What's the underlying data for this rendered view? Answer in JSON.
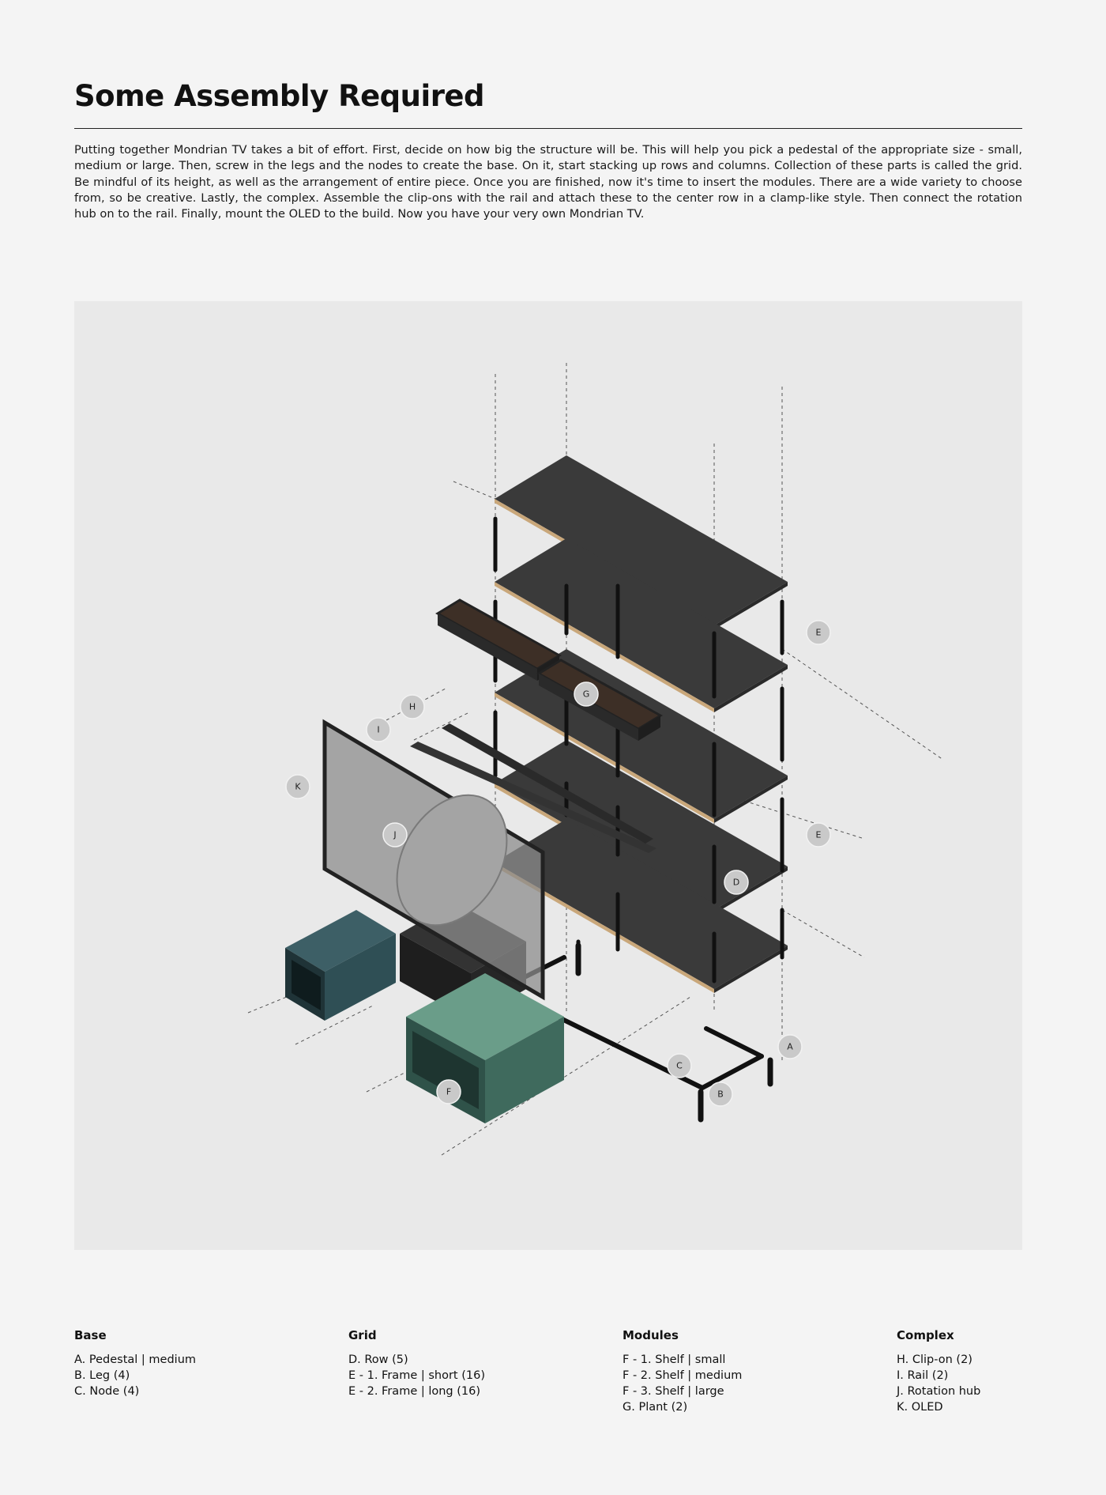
{
  "title": "Some Assembly Required",
  "intro": "Putting together Mondrian TV takes a bit of effort. First, decide on how big the structure will be. This will help you pick a pedestal of the appropriate size - small, medium or large. Then, screw in the legs and the nodes to create the base. On it, start stacking up rows and columns. Collection of these parts is called the grid. Be mindful of its height, as well as the arrangement of entire piece. Once you are finished, now it's time to insert the modules. There are a wide variety to choose from, so be creative. Lastly, the complex. Assemble the clip-ons with the rail and attach these to the center row in a clamp-like style. Then connect the rotation hub on to the rail. Finally, mount the OLED to the build. Now you have your very own Mondrian TV.",
  "diagram": {
    "labels": {
      "A": "A",
      "B": "B",
      "C": "C",
      "D": "D",
      "E": "E",
      "F": "F",
      "G": "G",
      "H": "H",
      "I": "I",
      "J": "J",
      "K": "K"
    },
    "colors": {
      "shelf": "#3a3a3a",
      "shelf_edge": "#c9a77a",
      "teal_box": "#2f4f55",
      "green_box": "#5a8f7b",
      "oled_glass": "#8c8c8c"
    }
  },
  "legend": {
    "base": {
      "heading": "Base",
      "items": [
        "A. Pedestal | medium",
        "B. Leg (4)",
        "C. Node (4)"
      ]
    },
    "grid": {
      "heading": "Grid",
      "items": [
        "D. Row (5)",
        "E - 1. Frame | short (16)",
        "E - 2. Frame | long (16)"
      ]
    },
    "modules": {
      "heading": "Modules",
      "items": [
        "F - 1. Shelf | small",
        "F - 2. Shelf | medium",
        "F - 3. Shelf | large",
        "G. Plant (2)"
      ]
    },
    "complex": {
      "heading": "Complex",
      "items": [
        "H. Clip-on (2)",
        "I. Rail (2)",
        "J. Rotation hub",
        "K. OLED"
      ]
    }
  }
}
